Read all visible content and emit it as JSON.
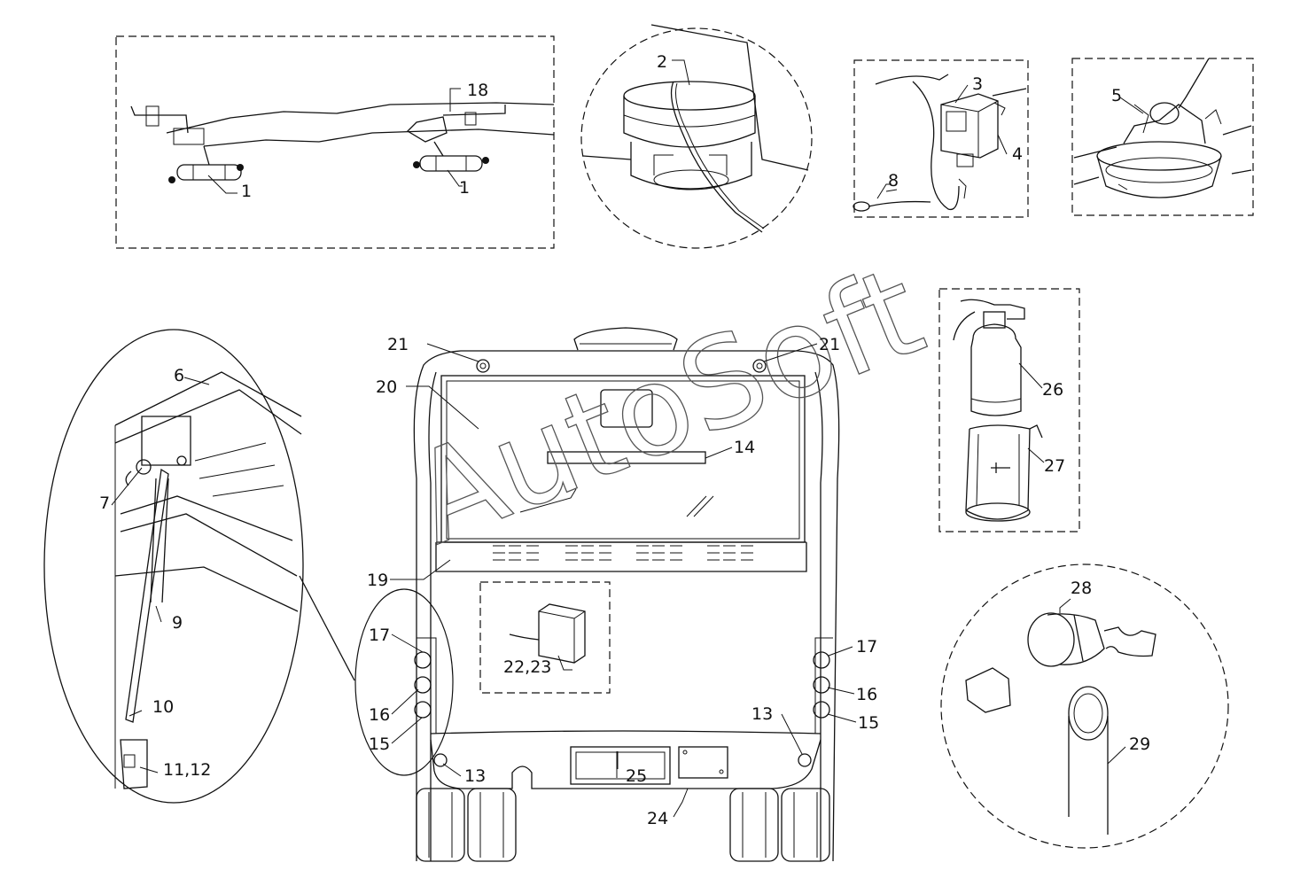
{
  "watermark": "AutoSoft",
  "callouts": {
    "l1a": "1",
    "l1b": "1",
    "l18": "18",
    "l2": "2",
    "l3": "3",
    "l4": "4",
    "l8": "8",
    "l5": "5",
    "l6": "6",
    "l7": "7",
    "l9": "9",
    "l10": "10",
    "l11_12": "11,12",
    "l21a": "21",
    "l21b": "21",
    "l20": "20",
    "l14": "14",
    "l19": "19",
    "l22_23": "22,23",
    "l17a": "17",
    "l16a": "16",
    "l15a": "15",
    "l13a": "13",
    "l13b": "13",
    "l17b": "17",
    "l16b": "16",
    "l15b": "15",
    "l25": "25",
    "l24": "24",
    "l26": "26",
    "l27": "27",
    "l28": "28",
    "l29": "29"
  }
}
